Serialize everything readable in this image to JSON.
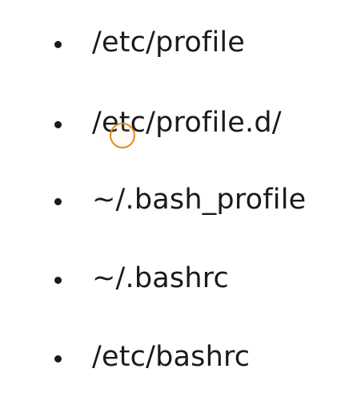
{
  "slide": {
    "items": [
      {
        "text": "/etc/profile"
      },
      {
        "text": "/etc/profile.d/"
      },
      {
        "text": "~/.bash_profile"
      },
      {
        "text": "~/.bashrc"
      },
      {
        "text": "/etc/bashrc"
      }
    ]
  },
  "cursor": {
    "icon": "click-highlight-ring-icon",
    "color": "#e08a17"
  }
}
